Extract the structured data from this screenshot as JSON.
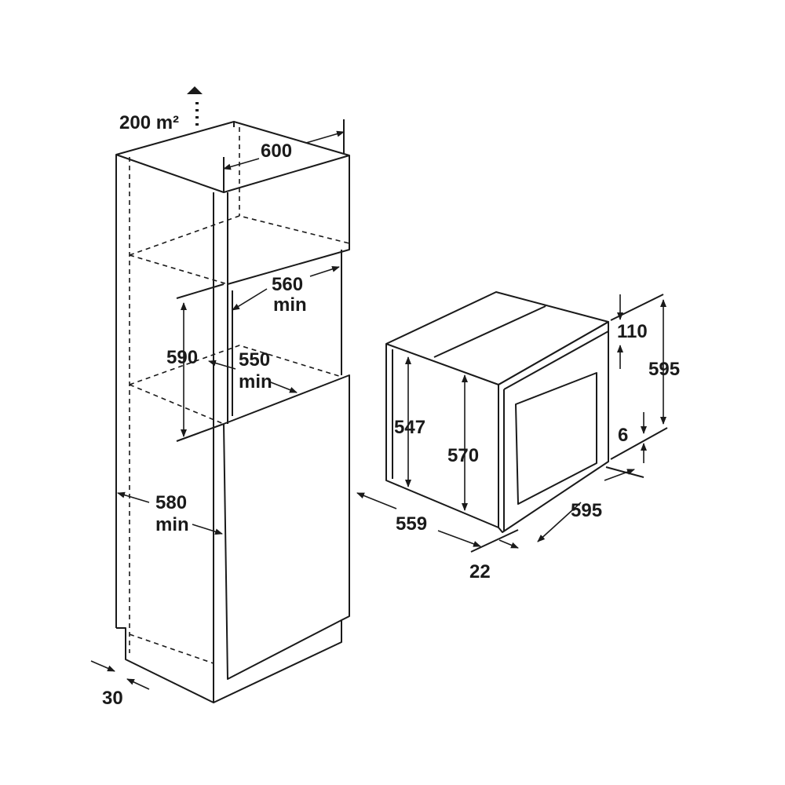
{
  "labels": {
    "ventilation": "200 m²",
    "cabinet_width": "600",
    "niche_width": "560",
    "niche_width_min": "min",
    "niche_height": "590",
    "niche_depth": "550",
    "niche_depth_min": "min",
    "cabinet_depth": "580",
    "cabinet_depth_min": "min",
    "plinth_gap": "30",
    "oven_body_height_front": "547",
    "oven_body_height": "570",
    "oven_depth": "559",
    "front_thickness": "22",
    "oven_width": "595",
    "panel_height": "110",
    "oven_height": "595",
    "bottom_gap": "6"
  },
  "colors": {
    "line": "#1a1a1a",
    "background": "#ffffff"
  }
}
